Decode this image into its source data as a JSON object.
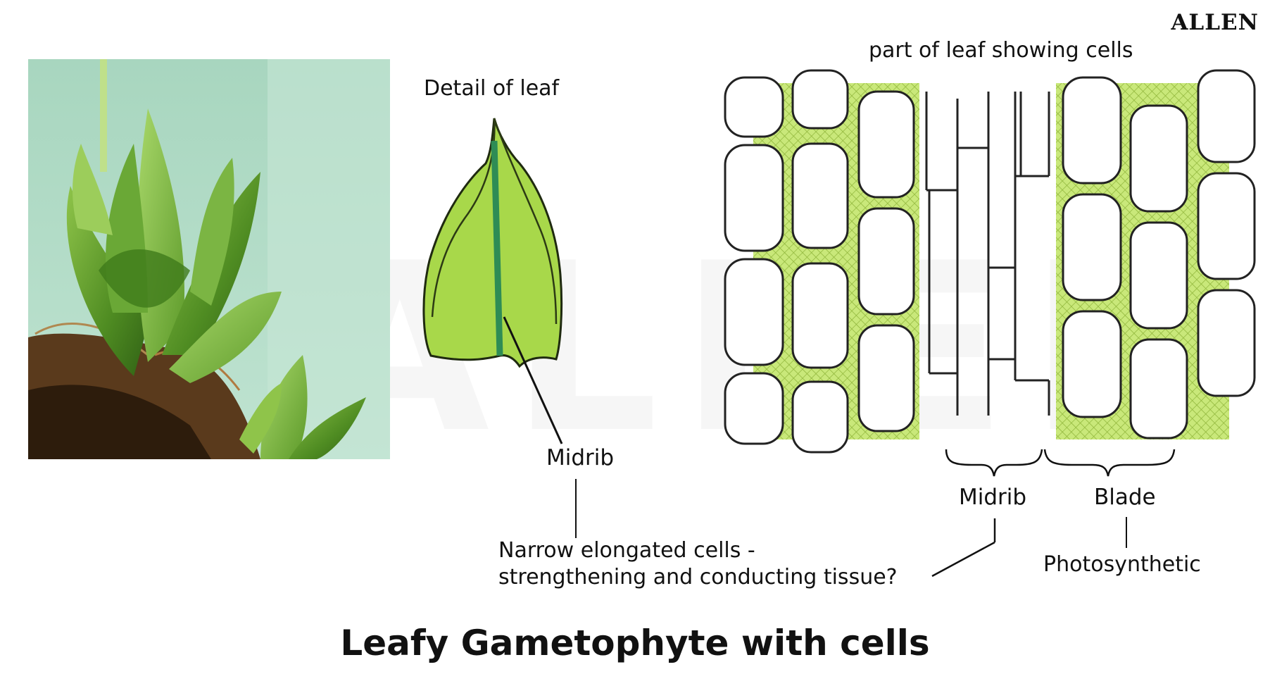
{
  "brand": {
    "logo_text": "ALLEN",
    "watermark_text": "ALLEN"
  },
  "photo": {
    "subject": "leafy moss gametophyte photograph"
  },
  "leaf_detail": {
    "caption": "Detail of leaf",
    "midrib_label": "Midrib",
    "midrib_note_line1": "Narrow elongated cells -",
    "midrib_note_line2": "strengthening and conducting tissue?"
  },
  "cells": {
    "caption": "part of leaf showing cells",
    "midrib_label": "Midrib",
    "blade_label": "Blade",
    "blade_note": "Photosynthetic"
  },
  "title": "Leafy Gametophyte with cells",
  "colors": {
    "cell_fill": "#c9e87a",
    "cell_pattern": "#8fb53a",
    "cell_wall": "#222222",
    "leaf_fill": "#a8d84a",
    "leaf_midrib": "#2e8c55"
  }
}
